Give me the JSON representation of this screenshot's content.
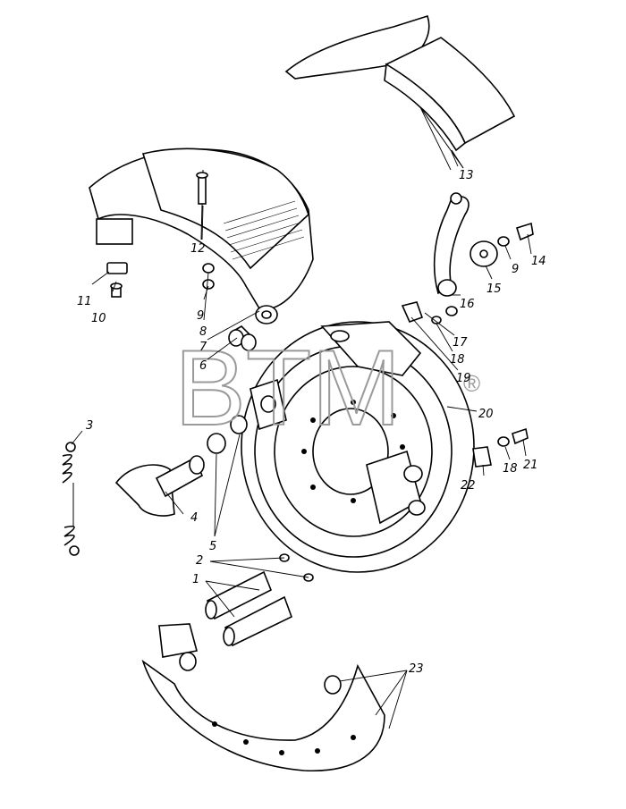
{
  "watermark": {
    "text": "BTM",
    "mark": "®"
  },
  "callouts": [
    {
      "id": "c1",
      "text": "1"
    },
    {
      "id": "c2",
      "text": "2"
    },
    {
      "id": "c3",
      "text": "3"
    },
    {
      "id": "c4",
      "text": "4"
    },
    {
      "id": "c5",
      "text": "5"
    },
    {
      "id": "c6",
      "text": "6"
    },
    {
      "id": "c7",
      "text": "7"
    },
    {
      "id": "c8",
      "text": "8"
    },
    {
      "id": "c9a",
      "text": "9"
    },
    {
      "id": "c9b",
      "text": "9"
    },
    {
      "id": "c10",
      "text": "10"
    },
    {
      "id": "c11",
      "text": "11"
    },
    {
      "id": "c12",
      "text": "12"
    },
    {
      "id": "c13",
      "text": "13"
    },
    {
      "id": "c14",
      "text": "14"
    },
    {
      "id": "c15",
      "text": "15"
    },
    {
      "id": "c16",
      "text": "16"
    },
    {
      "id": "c17",
      "text": "17"
    },
    {
      "id": "c18a",
      "text": "18"
    },
    {
      "id": "c18b",
      "text": "18"
    },
    {
      "id": "c19",
      "text": "19"
    },
    {
      "id": "c20",
      "text": "20"
    },
    {
      "id": "c21",
      "text": "21"
    },
    {
      "id": "c22",
      "text": "22"
    },
    {
      "id": "c23",
      "text": "23"
    }
  ]
}
